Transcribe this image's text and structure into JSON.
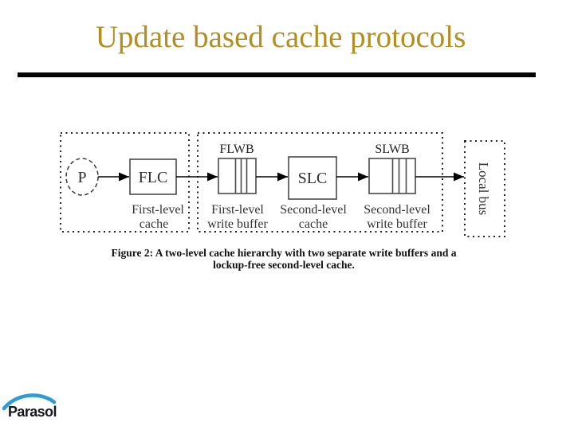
{
  "slide": {
    "title": "Update based cache protocols",
    "title_color": "#B28F1E",
    "divider_color": "#050505"
  },
  "figure": {
    "caption_line1": "Figure 2: A two-level cache hierarchy with two separate write buffers and a",
    "caption_line2": "lockup-free second-level cache.",
    "diagram": {
      "processor": "P",
      "flc": {
        "abbr": "FLC",
        "label_line1": "First-level",
        "label_line2": "cache"
      },
      "flwb": {
        "abbr": "FLWB",
        "label_line1": "First-level",
        "label_line2": "write buffer"
      },
      "slc": {
        "abbr": "SLC",
        "label_line1": "Second-level",
        "label_line2": "cache"
      },
      "slwb": {
        "abbr": "SLWB",
        "label_line1": "Second-level",
        "label_line2": "write buffer"
      },
      "bus": "Local bus"
    }
  },
  "logo": {
    "text": "Parasol",
    "arc_color": "#2E9BD5",
    "text_color": "#16161F"
  }
}
